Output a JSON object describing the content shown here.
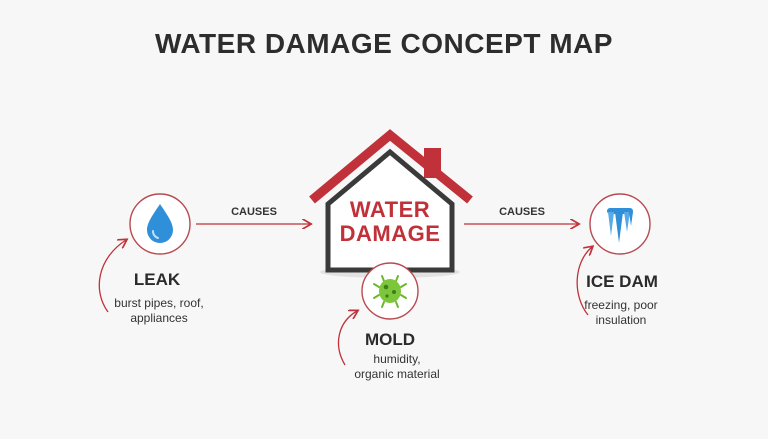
{
  "title": "WATER DAMAGE CONCEPT MAP",
  "center": {
    "line1": "WATER",
    "line2": "DAMAGE",
    "icon": "house-icon"
  },
  "edges": {
    "left_label": "CAUSES",
    "right_label": "CAUSES"
  },
  "nodes": {
    "leak": {
      "title": "LEAK",
      "desc1": "burst pipes, roof,",
      "desc2": "appliances",
      "icon": "water-drop-icon"
    },
    "mold": {
      "title": "MOLD",
      "desc1": "humidity,",
      "desc2": "organic material",
      "icon": "germ-icon"
    },
    "ice_dam": {
      "title": "ICE DAM",
      "desc1": "freezing, poor",
      "desc2": "insulation",
      "icon": "icicle-icon"
    }
  },
  "colors": {
    "accent_red": "#c0313a",
    "outline_dark": "#3a3a3a",
    "water_blue": "#2f8fd8",
    "mold_green": "#6ab82e"
  }
}
